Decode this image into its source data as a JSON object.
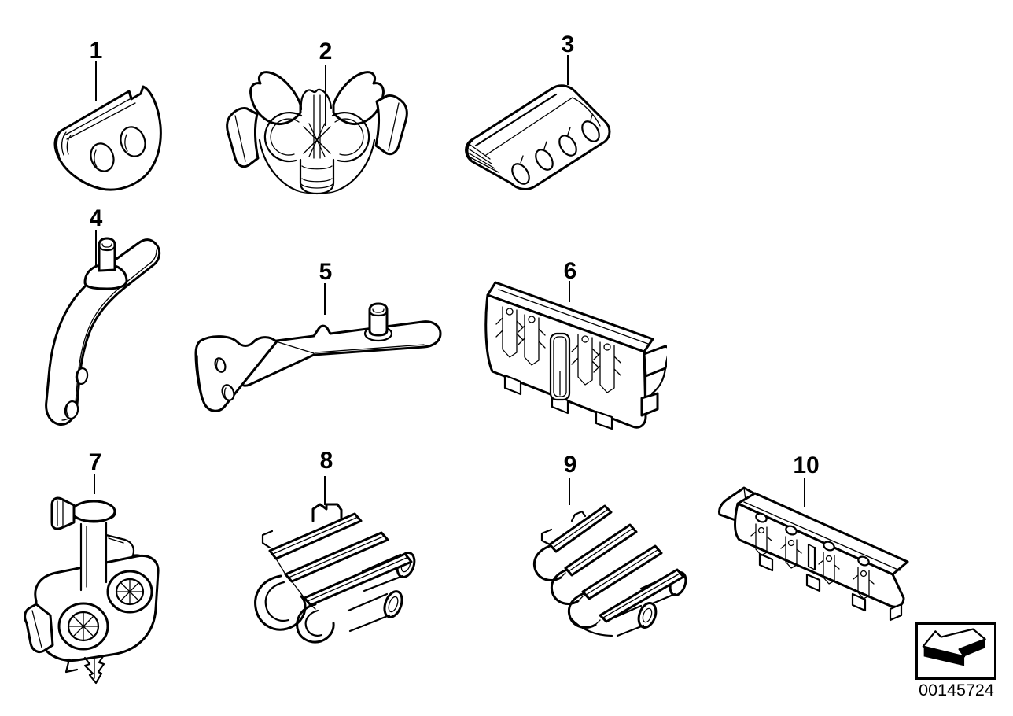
{
  "diagram": {
    "kind": "exploded-parts-diagram",
    "colors": {
      "line": "#000000",
      "background": "#ffffff"
    },
    "parts": [
      {
        "label": "1"
      },
      {
        "label": "2"
      },
      {
        "label": "3"
      },
      {
        "label": "4"
      },
      {
        "label": "5"
      },
      {
        "label": "6"
      },
      {
        "label": "7"
      },
      {
        "label": "8"
      },
      {
        "label": "9"
      },
      {
        "label": "10"
      }
    ],
    "stamp": {
      "part_number": "00145724",
      "icon": "direction-of-travel-arrow-icon"
    }
  }
}
